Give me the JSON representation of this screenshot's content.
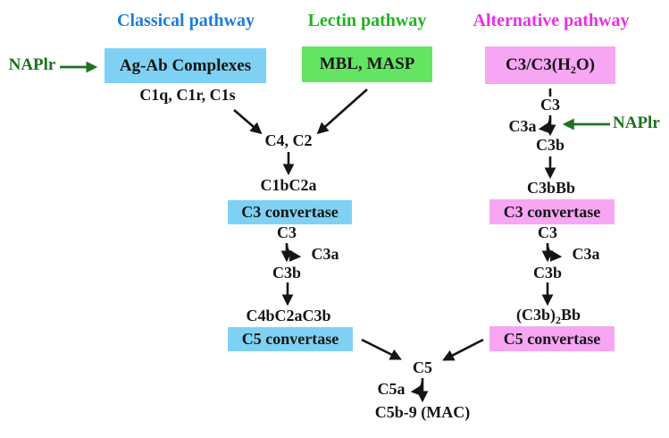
{
  "colors": {
    "classical_title": "#1c7cd9",
    "lectin_title": "#21b321",
    "alternative_title": "#ea2fe6",
    "naplr_green": "#20711f",
    "classical_box_bg": "#7ed1f2",
    "lectin_box_bg": "#63e463",
    "alternative_box_bg": "#f7a6f3",
    "arrow_black": "#151515",
    "background": "#ffffff"
  },
  "titles": {
    "classical": "Classical pathway",
    "lectin": "Lectin pathway",
    "alternative": "Alternative pathway"
  },
  "classical": {
    "naplr_label": "NAPlr",
    "trigger_box": "Ag-Ab Complexes",
    "c1_components": "C1q, C1r, C1s",
    "c4c2": "C4, C2",
    "c1bc2a": "C1bC2a",
    "c3_convertase_box": "C3 convertase",
    "c3": "C3",
    "c3a": "C3a",
    "c3b": "C3b",
    "c4bc2ac3b": "C4bC2aC3b",
    "c5_convertase_box": "C5 convertase"
  },
  "lectin": {
    "trigger_box": "MBL, MASP"
  },
  "alternative": {
    "trigger_pre": "C3/C3(H",
    "trigger_sub": "2",
    "trigger_post": "O)",
    "c3_top": "C3",
    "c3a_top": "C3a",
    "naplr_label": "NAPlr",
    "c3b_top": "C3b",
    "c3bbb": "C3bBb",
    "c3_convertase_box": "C3 convertase",
    "c3": "C3",
    "c3a": "C3a",
    "c3b": "C3b",
    "c3b2bb_pre": "(C3b)",
    "c3b2bb_sub": "2",
    "c3b2bb_post": "Bb",
    "c5_convertase_box": "C5 convertase"
  },
  "terminal": {
    "c5": "C5",
    "c5a": "C5a",
    "mac": "C5b-9 (MAC)"
  }
}
